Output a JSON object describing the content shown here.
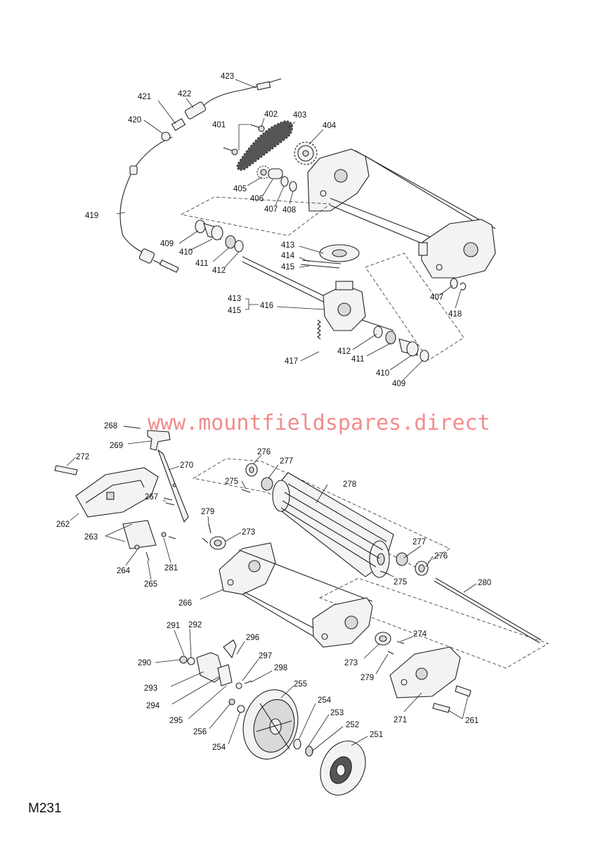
{
  "watermark": "www.mountfieldspares.direct",
  "diagram_code": "M231",
  "labels": {
    "p423": "423",
    "p422": "422",
    "p421": "421",
    "p420": "420",
    "p402": "402",
    "p403": "403",
    "p401": "401",
    "p404": "404",
    "p405": "405",
    "p406": "406",
    "p407a": "407",
    "p408": "408",
    "p419": "419",
    "p409a": "409",
    "p410a": "410",
    "p411a": "411",
    "p412a": "412",
    "p413a": "413",
    "p414": "414",
    "p415a": "415",
    "p413b": "413",
    "p415b": "415",
    "p416": "416",
    "p407b": "407",
    "p418": "418",
    "p417": "417",
    "p412b": "412",
    "p411b": "411",
    "p410b": "410",
    "p409b": "409",
    "p268": "268",
    "p269": "269",
    "p272": "272",
    "p270": "270",
    "p276a": "276",
    "p277a": "277",
    "p275a": "275",
    "p278": "278",
    "p267": "267",
    "p262": "262",
    "p279a": "279",
    "p273a": "273",
    "p263": "263",
    "p264": "264",
    "p281": "281",
    "p265": "265",
    "p277b": "277",
    "p276b": "276",
    "p275b": "275",
    "p280": "280",
    "p266": "266",
    "p291": "291",
    "p292": "292",
    "p290": "290",
    "p296": "296",
    "p297": "297",
    "p298": "298",
    "p293": "293",
    "p294": "294",
    "p295": "295",
    "p274": "274",
    "p273b": "273",
    "p279b": "279",
    "p255": "255",
    "p254a": "254",
    "p253": "253",
    "p252": "252",
    "p251": "251",
    "p256": "256",
    "p254b": "254",
    "p271": "271",
    "p261": "261"
  }
}
